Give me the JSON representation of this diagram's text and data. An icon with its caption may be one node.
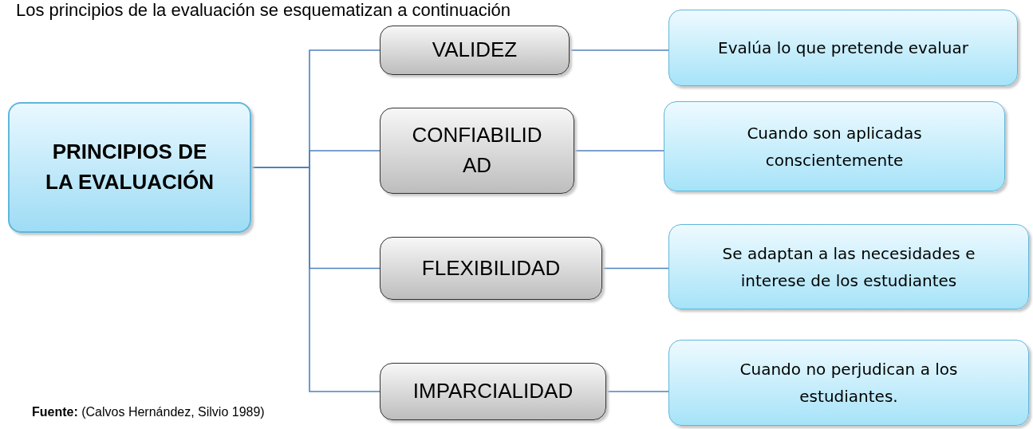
{
  "diagram": {
    "title": "Los principios de la evaluación se esquematizan a continuación",
    "caption": "**Fuente:** (Calvos Hernández, Silvio 1989)",
    "nodes": [
      {
        "text": [
          "PRINCIPIOS DE LA EVALUACIÓN"
        ]
      },
      {
        "text": [
          "VALIDEZ"
        ]
      },
      {
        "text": [
          "Evalúa lo que pretende evaluar"
        ]
      },
      {
        "text": [
          "CONFIABILIDAD"
        ]
      },
      {
        "text": [
          "Cuando son aplicadas conscientemente"
        ]
      },
      {
        "text": [
          "FLEXIBILIDAD"
        ]
      },
      {
        "text": [
          "Se adaptan a las necesidades e interese de los estudiantes"
        ]
      },
      {
        "text": [
          "IMPARCIALIDAD"
        ]
      },
      {
        "text": [
          "Cuando no perjudican a los estudiantes."
        ]
      }
    ],
    "edges": [
      {
        "from": 0,
        "to": 1,
        "arrow": "none"
      },
      {
        "from": 0,
        "to": 3,
        "arrow": "none"
      },
      {
        "from": 0,
        "to": 5,
        "arrow": "none"
      },
      {
        "from": 0,
        "to": 7,
        "arrow": "none"
      },
      {
        "from": 1,
        "to": 2,
        "arrow": "none"
      },
      {
        "from": 3,
        "to": 4,
        "arrow": "none"
      },
      {
        "from": 5,
        "to": 6,
        "arrow": "none"
      },
      {
        "from": 7,
        "to": 8,
        "arrow": "none"
      }
    ]
  }
}
